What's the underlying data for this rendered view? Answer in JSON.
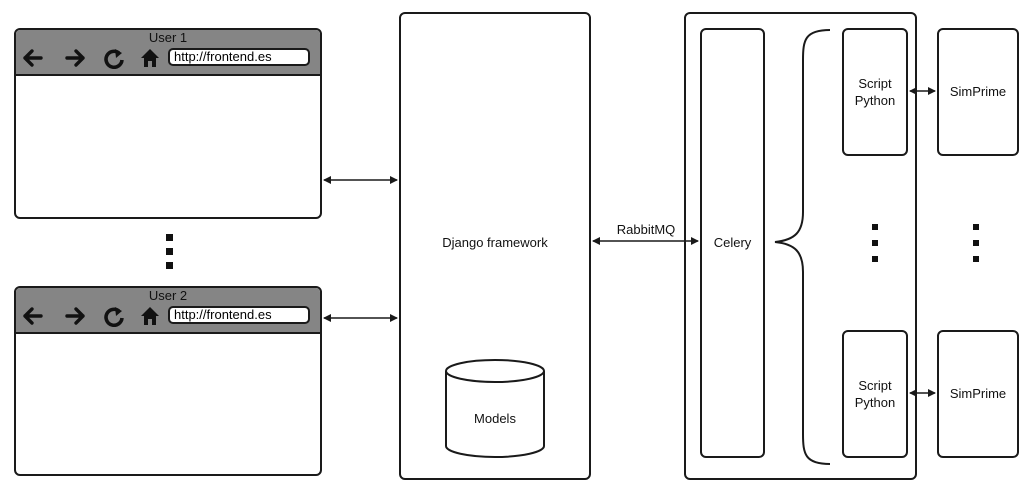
{
  "browsers": [
    {
      "title": "User 1",
      "url": "http://frontend.es"
    },
    {
      "title": "User 2",
      "url": "http://frontend.es"
    }
  ],
  "icons": [
    "back-arrow-icon",
    "forward-arrow-icon",
    "reload-icon",
    "home-icon"
  ],
  "django": {
    "label": "Django framework",
    "models_label": "Models"
  },
  "queue": {
    "label": "RabbitMQ"
  },
  "celery": {
    "label": "Celery"
  },
  "workers": [
    {
      "script_line1": "Script",
      "script_line2": "Python",
      "sim_label": "SimPrime"
    },
    {
      "script_line1": "Script",
      "script_line2": "Python",
      "sim_label": "SimPrime"
    }
  ],
  "colors": {
    "stroke": "#1a1a1a",
    "toolbar": "#858585",
    "background": "#ffffff"
  }
}
